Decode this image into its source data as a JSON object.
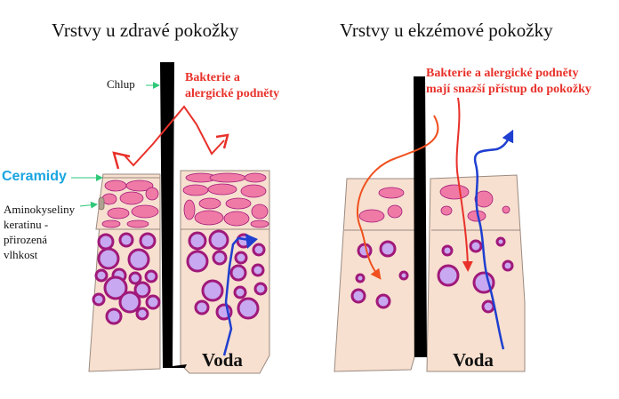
{
  "titles": {
    "healthy": "Vrstvy u zdravé pokožky",
    "eczema": "Vrstvy u ekzémové pokožky"
  },
  "labels": {
    "hair": "Chlup",
    "bacteria_healthy_line1": "Bakterie a",
    "bacteria_healthy_line2": "alergické podněty",
    "bacteria_eczema_line1": "Bakterie a alergické podněty",
    "bacteria_eczema_line2": "mají snazší přístup do pokožky",
    "ceramides": "Ceramidy",
    "amino_line1": "Aminokyseliny",
    "amino_line2": "keratinu -",
    "amino_line3": "přirozená",
    "amino_line4": "vlhkost",
    "water_healthy": "Voda",
    "water_eczema": "Voda"
  },
  "colors": {
    "skin": "#f7e0cf",
    "outline": "#9a8a80",
    "lipid_cell": "#f07aa6",
    "cell_outer": "#a0197a",
    "cell_inner": "#c8a8f0",
    "red_arrow": "#e8312a",
    "orange_arrow": "#f0501e",
    "blue_arrow": "#1f3fd0",
    "green_pointer": "#2ec878",
    "ceramide_text": "#1aa5e0",
    "hair": "#000000"
  }
}
